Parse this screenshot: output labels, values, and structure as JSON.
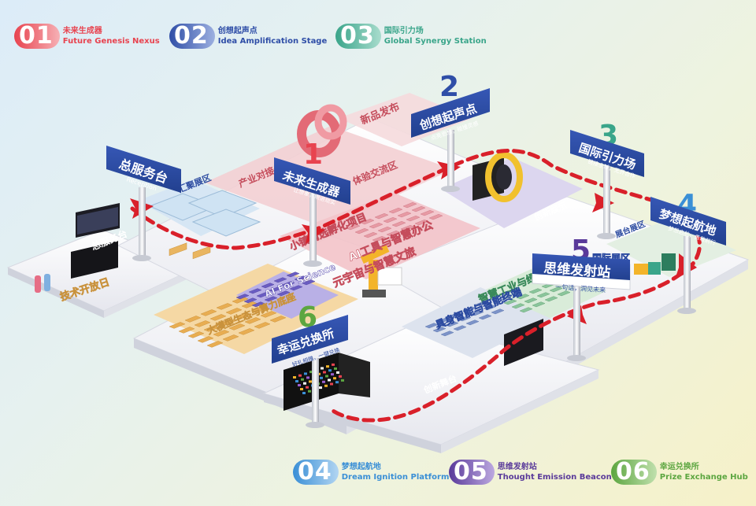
{
  "legend": [
    {
      "num": "01",
      "cn": "未来生成器",
      "en": "Future Genesis Nexus",
      "color": "#e8434f"
    },
    {
      "num": "02",
      "cn": "创想起声点",
      "en": "Idea Amplification Stage",
      "color": "#2f4ea7"
    },
    {
      "num": "03",
      "cn": "国际引力场",
      "en": "Global Synergy Station",
      "color": "#3aa58a"
    },
    {
      "num": "04",
      "cn": "梦想起航地",
      "en": "Dream Ignition Platform",
      "color": "#3a8fd6"
    },
    {
      "num": "05",
      "cn": "思维发射站",
      "en": "Thought Emission Beacon",
      "color": "#5a3a9a"
    },
    {
      "num": "06",
      "cn": "幸运兑换所",
      "en": "Prize Exchange Hub",
      "color": "#5ca640"
    }
  ],
  "signs": {
    "reception": {
      "title": "总服务台",
      "sub": "Reception"
    },
    "s1": {
      "title": "未来生成器",
      "sub": "让想象，照进现实",
      "num": "1"
    },
    "s2": {
      "title": "创想起声点",
      "sub": "点亮思想，碰撞灵感",
      "num": "2"
    },
    "s3": {
      "title": "国际引力场",
      "sub": "链接全球，无界合作",
      "num": "3"
    },
    "s4": {
      "title": "梦想起航地",
      "sub": "梦想启航，勇敢前行",
      "num": "4"
    },
    "s5": {
      "title": "思维发射站",
      "sub": "一句话，洞见未来",
      "num": "5"
    },
    "s6": {
      "title": "幸运兑换所",
      "sub": "好礼相赠，一键兑换",
      "num": "6"
    }
  },
  "zones": {
    "product_launch": "新品发布",
    "industry": "产业对接",
    "experience": "体验交流区",
    "arch": "汇聚展区",
    "startup": "创新展示",
    "international": "国际展区",
    "reception_desk": "总服务台",
    "tech_open": "技术开放日",
    "ip_projects": "小镇精选孵化项目",
    "ai_tools": "AI工具与智慧办公",
    "ai_culture": "元宇宙与智慧文旅",
    "ai_for_science": "AI For Science",
    "model_ecosystem": "大模型生态与算力底座",
    "smart_industry": "智慧工业与绿色低碳",
    "embodied_ai": "具身智能与智能终端",
    "innovation_stage": "创新舞台",
    "booth": "展台展区"
  },
  "colors": {
    "sign_blue": "#2b4aa0",
    "route_red": "#d9202a",
    "pink_floor": "#f3cfd3",
    "orange_floor": "#f5d8a4",
    "green_floor": "#d9ecd9",
    "lilac_floor": "#dcd6ef",
    "base_white": "#f7f7f9"
  }
}
